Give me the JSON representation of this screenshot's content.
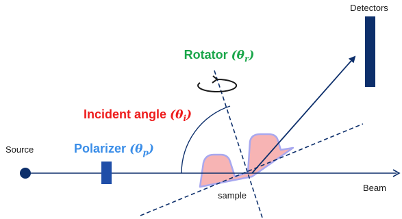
{
  "labels": {
    "detectors": "Detectors",
    "rotator": "Rotator",
    "incident_angle": "Incident angle",
    "source": "Source",
    "polarizer": "Polarizer",
    "sample": "sample",
    "beam": "Beam"
  },
  "symbols": {
    "rotator": {
      "open": "(",
      "theta": "θ",
      "sub": "r",
      "close": ")"
    },
    "incident": {
      "open": "(",
      "theta": "θ",
      "sub": "i",
      "close": ")"
    },
    "polarizer": {
      "open": "(",
      "theta": "θ",
      "sub": "p",
      "close": ")"
    }
  },
  "colors": {
    "rotator_label": "#1aa64a",
    "incident_label": "#ee1c1c",
    "polarizer_label": "#3b8ee8",
    "navy": "#0d2f6b",
    "sample_fill": "#f7b4b4",
    "sample_edge": "#a8a8ef"
  }
}
